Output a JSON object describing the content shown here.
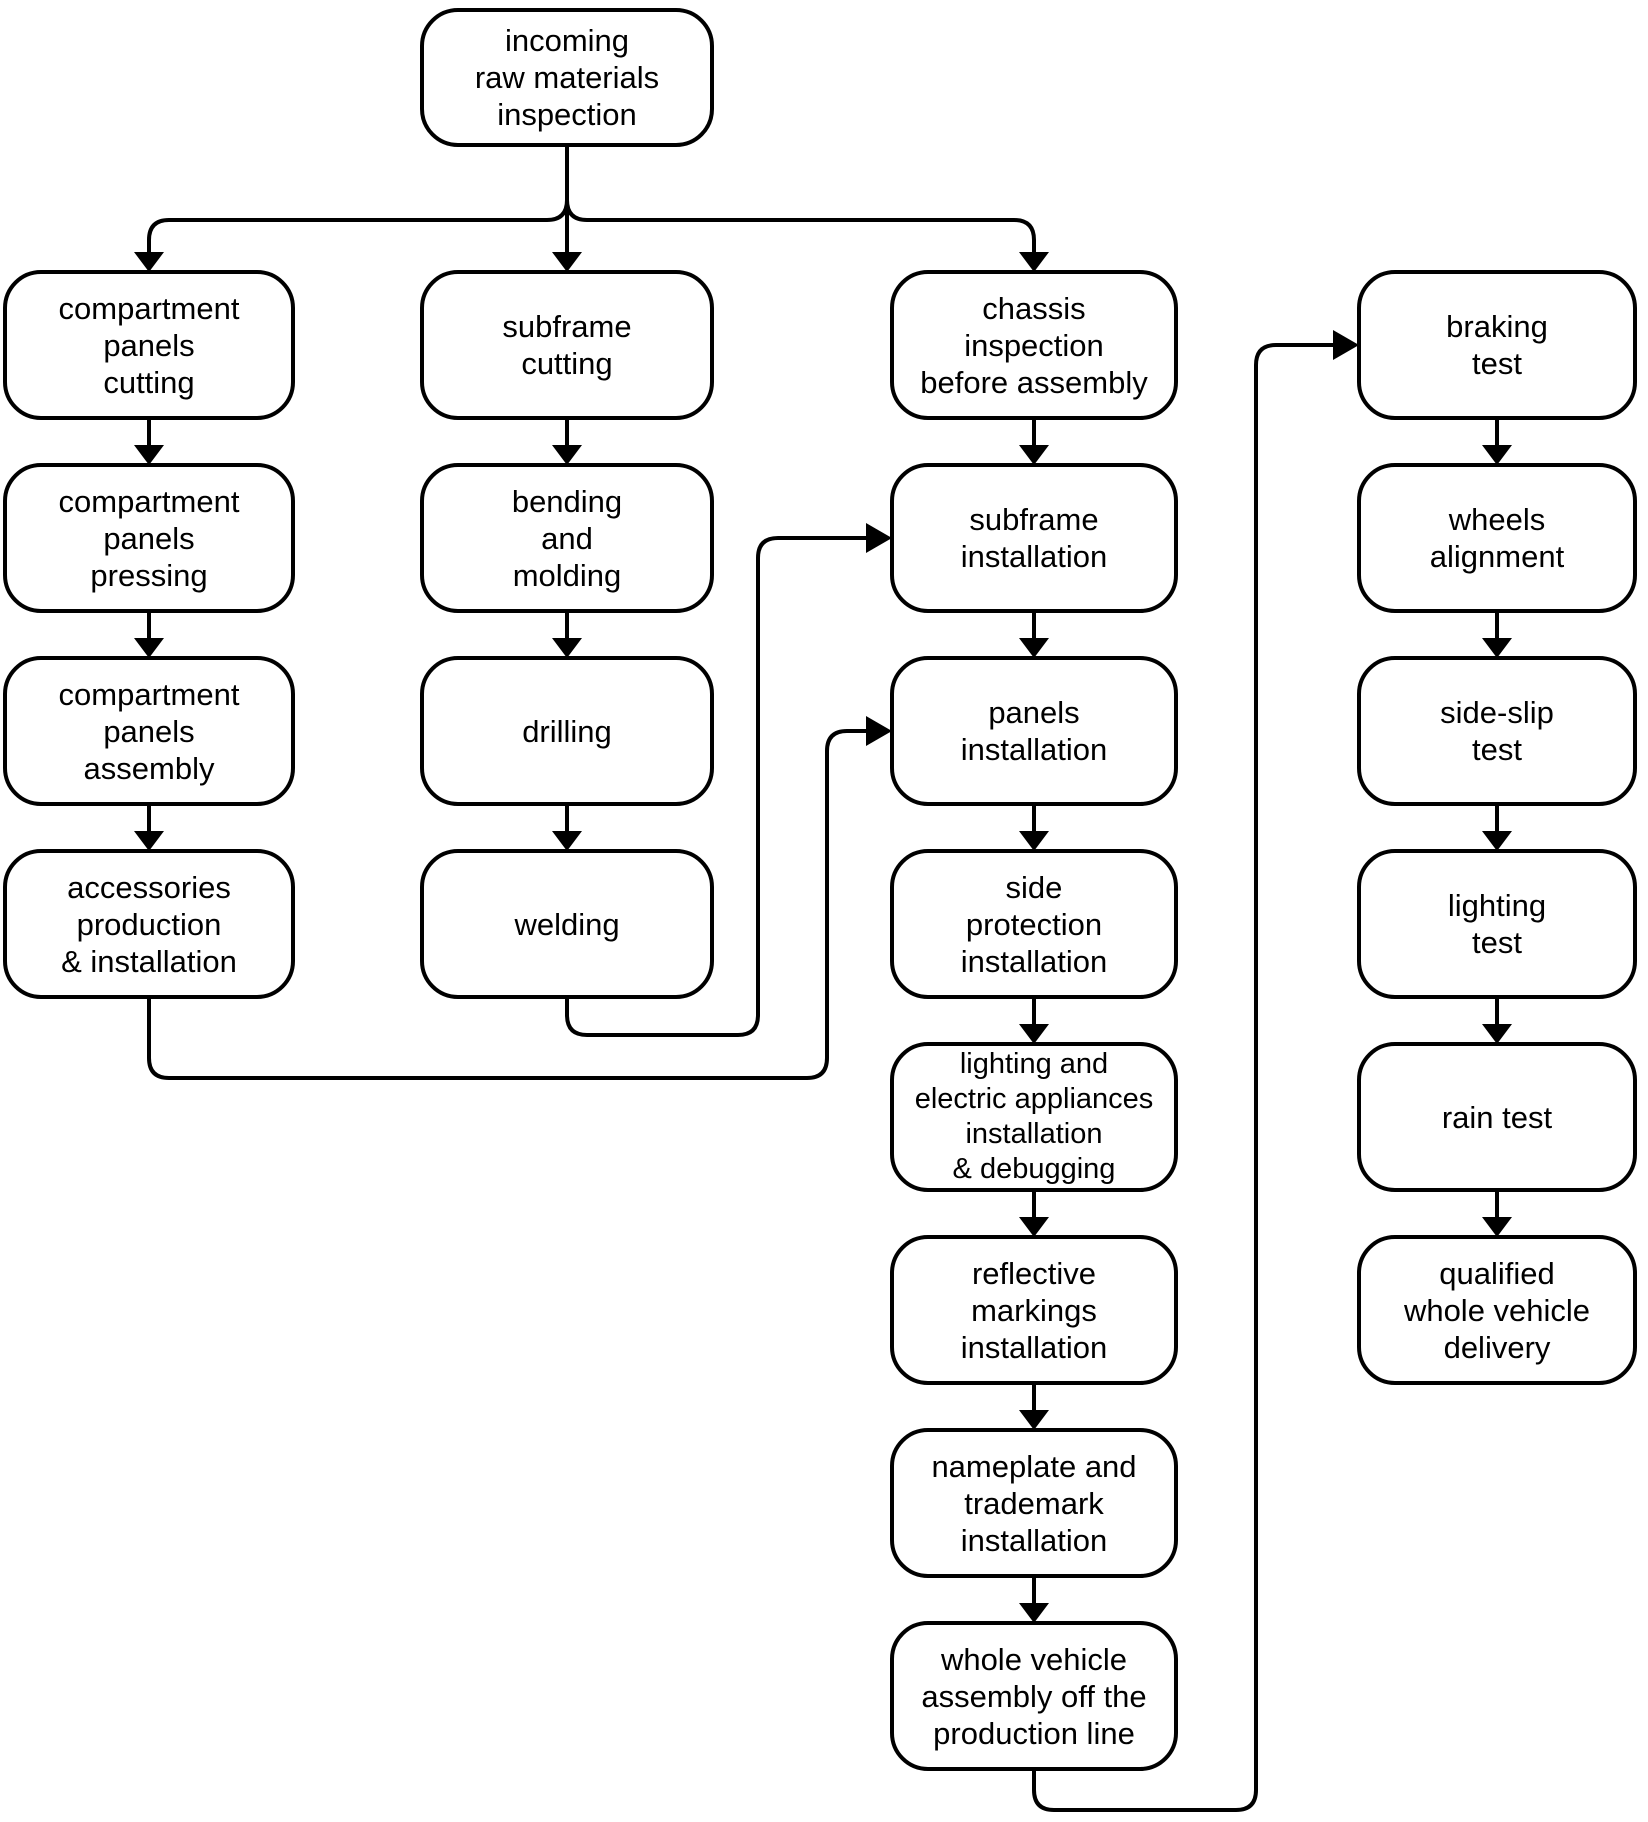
{
  "page": {
    "background_color": "#ffffff"
  },
  "diagram": {
    "type": "flowchart",
    "stroke_color": "#000000",
    "text_color": "#000000",
    "node_fill_color": "#ffffff",
    "nodes": {
      "incoming_inspection": {
        "label": "incoming\nraw materials\ninspection"
      },
      "panels_cutting": {
        "label": "compartment\npanels\ncutting"
      },
      "panels_pressing": {
        "label": "compartment\npanels\npressing"
      },
      "panels_assembly": {
        "label": "compartment\npanels\nassembly"
      },
      "accessories": {
        "label": "accessories\nproduction\n& installation"
      },
      "subframe_cutting": {
        "label": "subframe\ncutting"
      },
      "bending_molding": {
        "label": "bending\nand\nmolding"
      },
      "drilling": {
        "label": "drilling"
      },
      "welding": {
        "label": "welding"
      },
      "chassis_inspection": {
        "label": "chassis\ninspection\nbefore assembly"
      },
      "subframe_installation": {
        "label": "subframe\ninstallation"
      },
      "panels_installation": {
        "label": "panels\ninstallation"
      },
      "side_protection": {
        "label": "side\nprotection\ninstallation"
      },
      "lighting_electric": {
        "label": "lighting and\nelectric appliances\ninstallation\n& debugging"
      },
      "reflective_markings": {
        "label": "reflective\nmarkings\ninstallation"
      },
      "nameplate_trademark": {
        "label": "nameplate and\ntrademark\ninstallation"
      },
      "whole_vehicle_assembly": {
        "label": "whole vehicle\nassembly off the\nproduction line"
      },
      "braking_test": {
        "label": "braking\ntest"
      },
      "wheels_alignment": {
        "label": "wheels\nalignment"
      },
      "side_slip_test": {
        "label": "side-slip\ntest"
      },
      "lighting_test": {
        "label": "lighting\ntest"
      },
      "rain_test": {
        "label": "rain test"
      },
      "qualified_delivery": {
        "label": "qualified\nwhole vehicle\ndelivery"
      }
    },
    "edges": [
      {
        "from": "incoming_inspection",
        "to": "panels_cutting"
      },
      {
        "from": "incoming_inspection",
        "to": "subframe_cutting"
      },
      {
        "from": "incoming_inspection",
        "to": "chassis_inspection"
      },
      {
        "from": "panels_cutting",
        "to": "panels_pressing"
      },
      {
        "from": "panels_pressing",
        "to": "panels_assembly"
      },
      {
        "from": "panels_assembly",
        "to": "accessories"
      },
      {
        "from": "accessories",
        "to": "panels_installation"
      },
      {
        "from": "subframe_cutting",
        "to": "bending_molding"
      },
      {
        "from": "bending_molding",
        "to": "drilling"
      },
      {
        "from": "drilling",
        "to": "welding"
      },
      {
        "from": "welding",
        "to": "subframe_installation"
      },
      {
        "from": "chassis_inspection",
        "to": "subframe_installation"
      },
      {
        "from": "subframe_installation",
        "to": "panels_installation"
      },
      {
        "from": "panels_installation",
        "to": "side_protection"
      },
      {
        "from": "side_protection",
        "to": "lighting_electric"
      },
      {
        "from": "lighting_electric",
        "to": "reflective_markings"
      },
      {
        "from": "reflective_markings",
        "to": "nameplate_trademark"
      },
      {
        "from": "nameplate_trademark",
        "to": "whole_vehicle_assembly"
      },
      {
        "from": "whole_vehicle_assembly",
        "to": "braking_test"
      },
      {
        "from": "braking_test",
        "to": "wheels_alignment"
      },
      {
        "from": "wheels_alignment",
        "to": "side_slip_test"
      },
      {
        "from": "side_slip_test",
        "to": "lighting_test"
      },
      {
        "from": "lighting_test",
        "to": "rain_test"
      },
      {
        "from": "rain_test",
        "to": "qualified_delivery"
      }
    ]
  }
}
